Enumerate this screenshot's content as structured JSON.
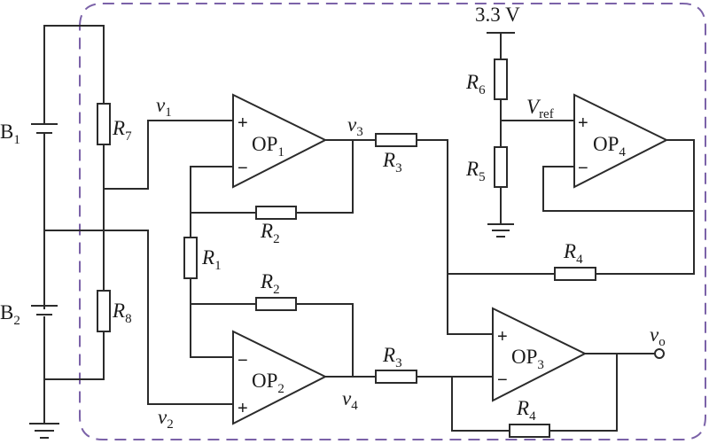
{
  "diagram": {
    "type": "circuit-schematic",
    "boundary_color": "#7b62a8",
    "wire_color": "#2b2b2b",
    "batteries": [
      {
        "id": "B1",
        "label": "B",
        "sub": "1"
      },
      {
        "id": "B2",
        "label": "B",
        "sub": "2"
      }
    ],
    "resistors": {
      "R1": {
        "label": "R",
        "sub": "1"
      },
      "R2a": {
        "label": "R",
        "sub": "2"
      },
      "R2b": {
        "label": "R",
        "sub": "2"
      },
      "R3a": {
        "label": "R",
        "sub": "3"
      },
      "R3b": {
        "label": "R",
        "sub": "3"
      },
      "R4a": {
        "label": "R",
        "sub": "4"
      },
      "R4b": {
        "label": "R",
        "sub": "4"
      },
      "R5": {
        "label": "R",
        "sub": "5"
      },
      "R6": {
        "label": "R",
        "sub": "6"
      },
      "R7": {
        "label": "R",
        "sub": "7"
      },
      "R8": {
        "label": "R",
        "sub": "8"
      }
    },
    "opamps": {
      "OP1": {
        "label": "OP",
        "sub": "1"
      },
      "OP2": {
        "label": "OP",
        "sub": "2"
      },
      "OP3": {
        "label": "OP",
        "sub": "3"
      },
      "OP4": {
        "label": "OP",
        "sub": "4"
      }
    },
    "signs": {
      "plus": "+",
      "minus": "−"
    },
    "nodes": {
      "v1": {
        "label": "v",
        "sub": "1"
      },
      "v2": {
        "label": "v",
        "sub": "2"
      },
      "v3": {
        "label": "v",
        "sub": "3"
      },
      "v4": {
        "label": "v",
        "sub": "4"
      },
      "vo": {
        "label": "v",
        "sub": "o"
      },
      "vref": {
        "label": "V",
        "sub": "ref"
      }
    },
    "supply": {
      "label": "3.3 V"
    }
  }
}
